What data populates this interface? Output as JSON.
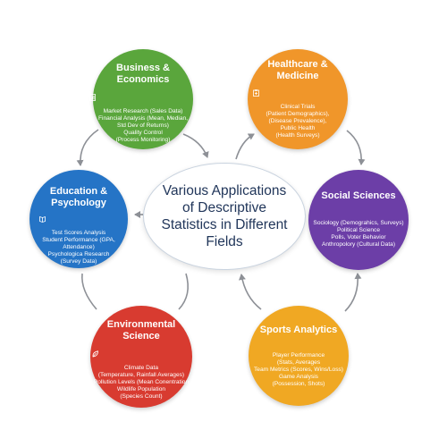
{
  "center": {
    "title": "Various Applications of Descriptive Statistics in Different Fields"
  },
  "colors": {
    "business": "#5aa63c",
    "healthcare": "#f0962a",
    "education": "#2574c6",
    "social": "#6c3ea7",
    "environmental": "#d83b30",
    "sports": "#f0a823",
    "arrow": "#8d9096",
    "center_text": "#21365a"
  },
  "nodes": {
    "business": {
      "title": "Business & Economics",
      "icon": "chart-document-icon",
      "body": "Market Research (Sales Data)\nFinancial Analysis (Mean, Median,\nStd Dev of Returns)\nQuality Control\n(Process Monitoring)"
    },
    "healthcare": {
      "title": "Healthcare &\nMedicine",
      "icon": "clipboard-icon",
      "body": "Clinical Trials\n(Patient Demographics),\n(Disease Prevalence),\nPublic Health\n(Health Surveys)"
    },
    "education": {
      "title": "Education &\nPsychology",
      "icon": "book-icon",
      "body": "Test Scores Analysis\nStudent Performance (GPA,\nAttendance)\nPsychologica Research\n(Survey Data)"
    },
    "social": {
      "title": "Social Sciences",
      "body": "Sociology (Demograhics, Surveys)\nPolitical Science\nPolls, Voter Behavior\nAnthropolory (Cultural Data)"
    },
    "environmental": {
      "title": "Environmental\nScience",
      "icon": "leaf-icon",
      "body": "Climate Data\n(Temperature, Rainfall Averages)\nPollution Levels (Mean Conentration\nWildlife Population\n(Species Count)"
    },
    "sports": {
      "title": "Sports Analytics",
      "body": "Player Performance\n(Stats, Averages\nTeam Metrics (Scores, Wins/Loss)\nGame Analysis\n(Possession, Shots)"
    }
  }
}
